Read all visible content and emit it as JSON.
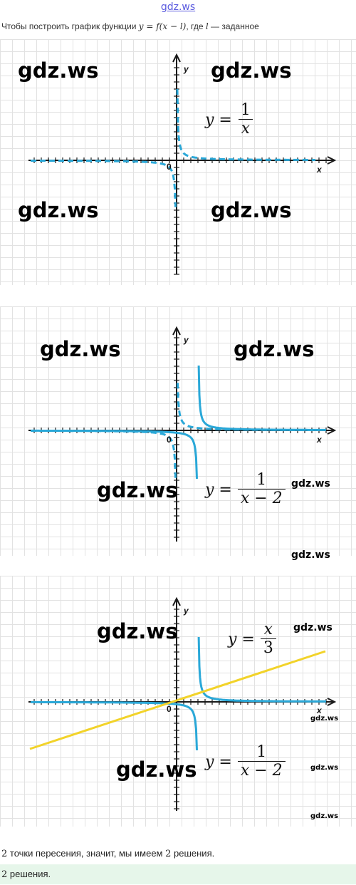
{
  "header": {
    "site_link": "gdz.ws"
  },
  "intro": {
    "text_before": "Чтобы построить график функции ",
    "math": "y = f(x − l)",
    "text_middle": ", где ",
    "math_var": "l",
    "text_after": " — заданное"
  },
  "panel1": {
    "watermarks": [
      "gdz.ws",
      "gdz.ws",
      "gdz.ws",
      "gdz.ws"
    ],
    "axis_y": "y",
    "axis_x": "x",
    "origin": "0",
    "formula_lhs": "y =",
    "formula_num": "1",
    "formula_den": "x"
  },
  "panel2": {
    "watermarks": [
      "gdz.ws",
      "gdz.ws",
      "gdz.ws",
      "gdz.ws",
      "gdz.ws"
    ],
    "axis_y": "y",
    "axis_x": "x",
    "origin": "0",
    "formula_lhs": "y =",
    "formula_num": "1",
    "formula_den": "x − 2"
  },
  "panel3": {
    "watermarks": [
      "gdz.ws",
      "gdz.ws",
      "gdz.ws",
      "gdz.ws",
      "gdz.ws",
      "gdz.ws"
    ],
    "axis_y": "y",
    "axis_x": "x",
    "origin": "0",
    "formula1_lhs": "y =",
    "formula1_num": "x",
    "formula1_den": "3",
    "formula2_lhs": "y =",
    "formula2_num": "1",
    "formula2_den": "x − 2"
  },
  "conclusion": {
    "n1": "2",
    "text1": " точки пересения, значит, мы имеем ",
    "n2": "2",
    "text2": " решения."
  },
  "answer": {
    "n": "2",
    "text": " решения."
  },
  "colors": {
    "curve": "#2aa8d8",
    "line": "#f2d32a",
    "axis": "#1a1a1a",
    "answer_bg": "#e6f6ea",
    "link": "#5a5adf"
  }
}
